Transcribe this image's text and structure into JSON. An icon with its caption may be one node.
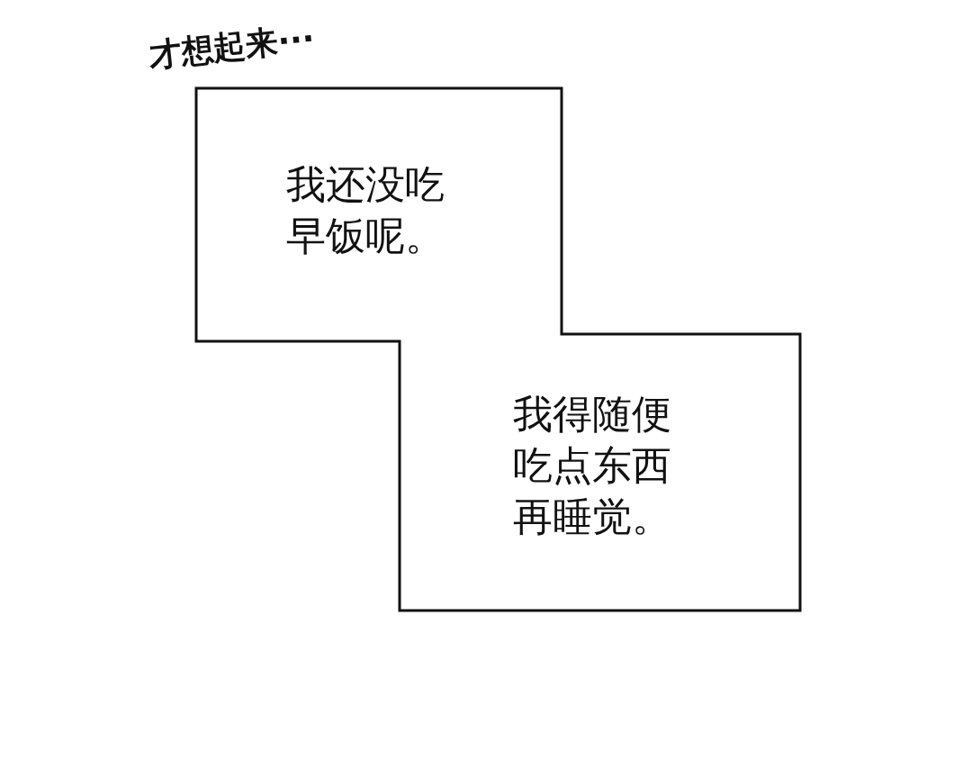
{
  "diagram": {
    "nodes": [
      {
        "text": [
          "我还没吃早饭呢。"
        ]
      },
      {
        "text": [
          "我得随便吃点东西再睡觉。"
        ]
      }
    ],
    "edges": [],
    "labels": [
      "才想起来···"
    ]
  }
}
